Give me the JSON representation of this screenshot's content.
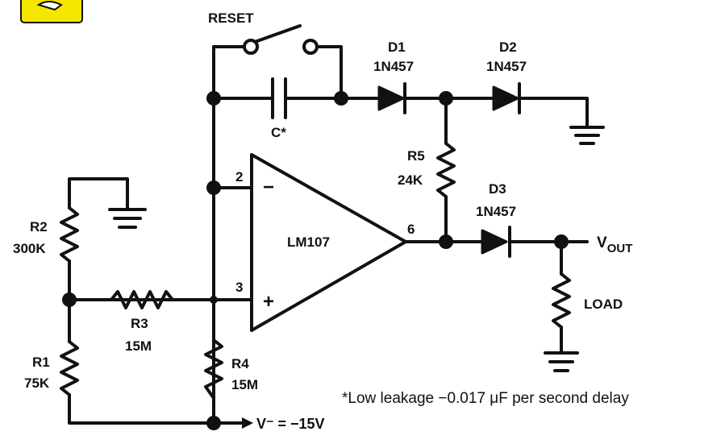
{
  "components": {
    "reset": {
      "label": "RESET"
    },
    "d1": {
      "name": "D1",
      "part": "1N457"
    },
    "d2": {
      "name": "D2",
      "part": "1N457"
    },
    "d3": {
      "name": "D3",
      "part": "1N457"
    },
    "c": {
      "label": "C*"
    },
    "r5": {
      "name": "R5",
      "value": "24K"
    },
    "r2": {
      "name": "R2",
      "value": "300K"
    },
    "r3": {
      "name": "R3",
      "value": "15M"
    },
    "r1": {
      "name": "R1",
      "value": "75K"
    },
    "r4": {
      "name": "R4",
      "value": "15M"
    },
    "opamp": {
      "name": "LM107",
      "minus": "−",
      "plus": "+"
    },
    "load": {
      "label": "LOAD"
    }
  },
  "pins": {
    "inverting": "2",
    "noninverting": "3",
    "output": "6"
  },
  "supply": {
    "label": "V⁻ = −15V"
  },
  "output": {
    "main": "V",
    "sub": "OUT"
  },
  "footnote": "*Low leakage  −0.017 μF per second delay",
  "colors": {
    "ink": "#111111",
    "corner_icon": "#f5e600",
    "background": "#ffffff"
  }
}
